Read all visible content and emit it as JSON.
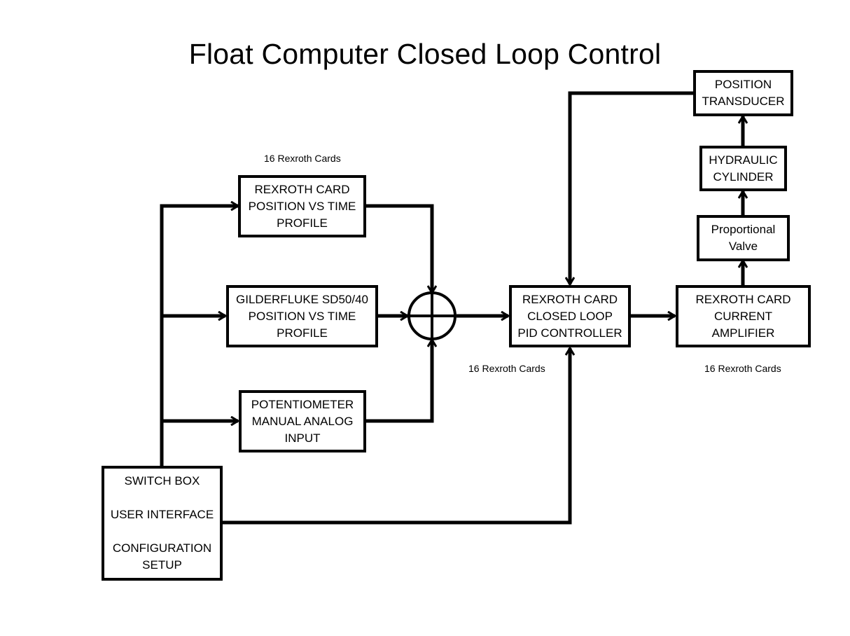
{
  "title": "Float Computer Closed Loop Control",
  "blocks": {
    "rexroth_profile": {
      "lines": [
        "REXROTH CARD",
        "POSITION VS TIME",
        "PROFILE"
      ],
      "caption": "16 Rexroth Cards"
    },
    "gilderfluke": {
      "lines": [
        "GILDERFLUKE SD50/40",
        "POSITION VS TIME",
        "PROFILE"
      ]
    },
    "potentiometer": {
      "lines": [
        "POTENTIOMETER",
        "MANUAL ANALOG",
        "INPUT"
      ]
    },
    "pid_controller": {
      "lines": [
        "REXROTH CARD",
        "CLOSED LOOP",
        "PID CONTROLLER"
      ],
      "caption": "16 Rexroth Cards"
    },
    "current_amplifier": {
      "lines": [
        "REXROTH CARD",
        "CURRENT",
        "AMPLIFIER"
      ],
      "caption": "16 Rexroth Cards"
    },
    "proportional_valve": {
      "lines": [
        "Proportional",
        "Valve"
      ]
    },
    "hydraulic_cylinder": {
      "lines": [
        "HYDRAULIC",
        "CYLINDER"
      ]
    },
    "position_transducer": {
      "lines": [
        "POSITION",
        "TRANSDUCER"
      ]
    },
    "switch_box": {
      "lines": [
        "SWITCH BOX",
        "USER INTERFACE",
        "CONFIGURATION",
        "SETUP"
      ]
    }
  },
  "summing_junction": {
    "symbol": "plus-circle"
  },
  "connections": [
    {
      "from": "switch_box",
      "to": "rexroth_profile"
    },
    {
      "from": "switch_box",
      "to": "gilderfluke"
    },
    {
      "from": "switch_box",
      "to": "potentiometer"
    },
    {
      "from": "switch_box",
      "to": "pid_controller"
    },
    {
      "from": "rexroth_profile",
      "to": "summing_junction"
    },
    {
      "from": "gilderfluke",
      "to": "summing_junction"
    },
    {
      "from": "potentiometer",
      "to": "summing_junction"
    },
    {
      "from": "summing_junction",
      "to": "pid_controller"
    },
    {
      "from": "pid_controller",
      "to": "current_amplifier"
    },
    {
      "from": "current_amplifier",
      "to": "proportional_valve"
    },
    {
      "from": "proportional_valve",
      "to": "hydraulic_cylinder"
    },
    {
      "from": "hydraulic_cylinder",
      "to": "position_transducer"
    },
    {
      "from": "position_transducer",
      "to": "pid_controller"
    }
  ]
}
